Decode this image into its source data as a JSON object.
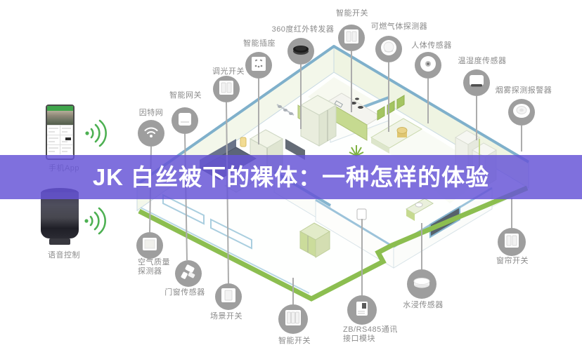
{
  "title_overlay": {
    "text": "JK 白丝被下的裸体：一种怎样的体验",
    "band_color": "#6755D6",
    "text_color": "#FFFFFF"
  },
  "left_panel": {
    "phone_label": "手机App",
    "speaker_label": "语音控制"
  },
  "colors": {
    "floor_edge_green": "#8CBE50",
    "wall_cap_teal": "#7FB0CB",
    "cabinet_green": "#C6DA90",
    "device_circle_gray": "#9E9E9E",
    "label_gray": "#8B8B8B",
    "wifi_green": "#4DB052",
    "app_green": "#3FA54B"
  },
  "devices": [
    {
      "id": "internet",
      "label": "因特网"
    },
    {
      "id": "gateway",
      "label": "智能网关"
    },
    {
      "id": "dimmer-switch",
      "label": "调光开关"
    },
    {
      "id": "smart-socket",
      "label": "智能插座"
    },
    {
      "id": "ir-repeater",
      "label": "360度红外转发器"
    },
    {
      "id": "smart-switch-top",
      "label": "智能开关"
    },
    {
      "id": "gas-detector",
      "label": "可燃气体探测器"
    },
    {
      "id": "body-sensor",
      "label": "人体传感器"
    },
    {
      "id": "temp-humidity-sensor",
      "label": "温湿度传感器"
    },
    {
      "id": "smoke-alarm",
      "label": "烟雾探测报警器"
    },
    {
      "id": "air-quality-detector",
      "label": "空气质量\n探测器"
    },
    {
      "id": "door-window-sensor",
      "label": "门窗传感器"
    },
    {
      "id": "scene-switch",
      "label": "场景开关"
    },
    {
      "id": "smart-switch-bottom",
      "label": "智能开关"
    },
    {
      "id": "zb-rs485-module",
      "label": "ZB/RS485通讯\n接口模块"
    },
    {
      "id": "water-sensor",
      "label": "水浸传感器"
    },
    {
      "id": "curtain-switch",
      "label": "窗帘开关"
    }
  ]
}
